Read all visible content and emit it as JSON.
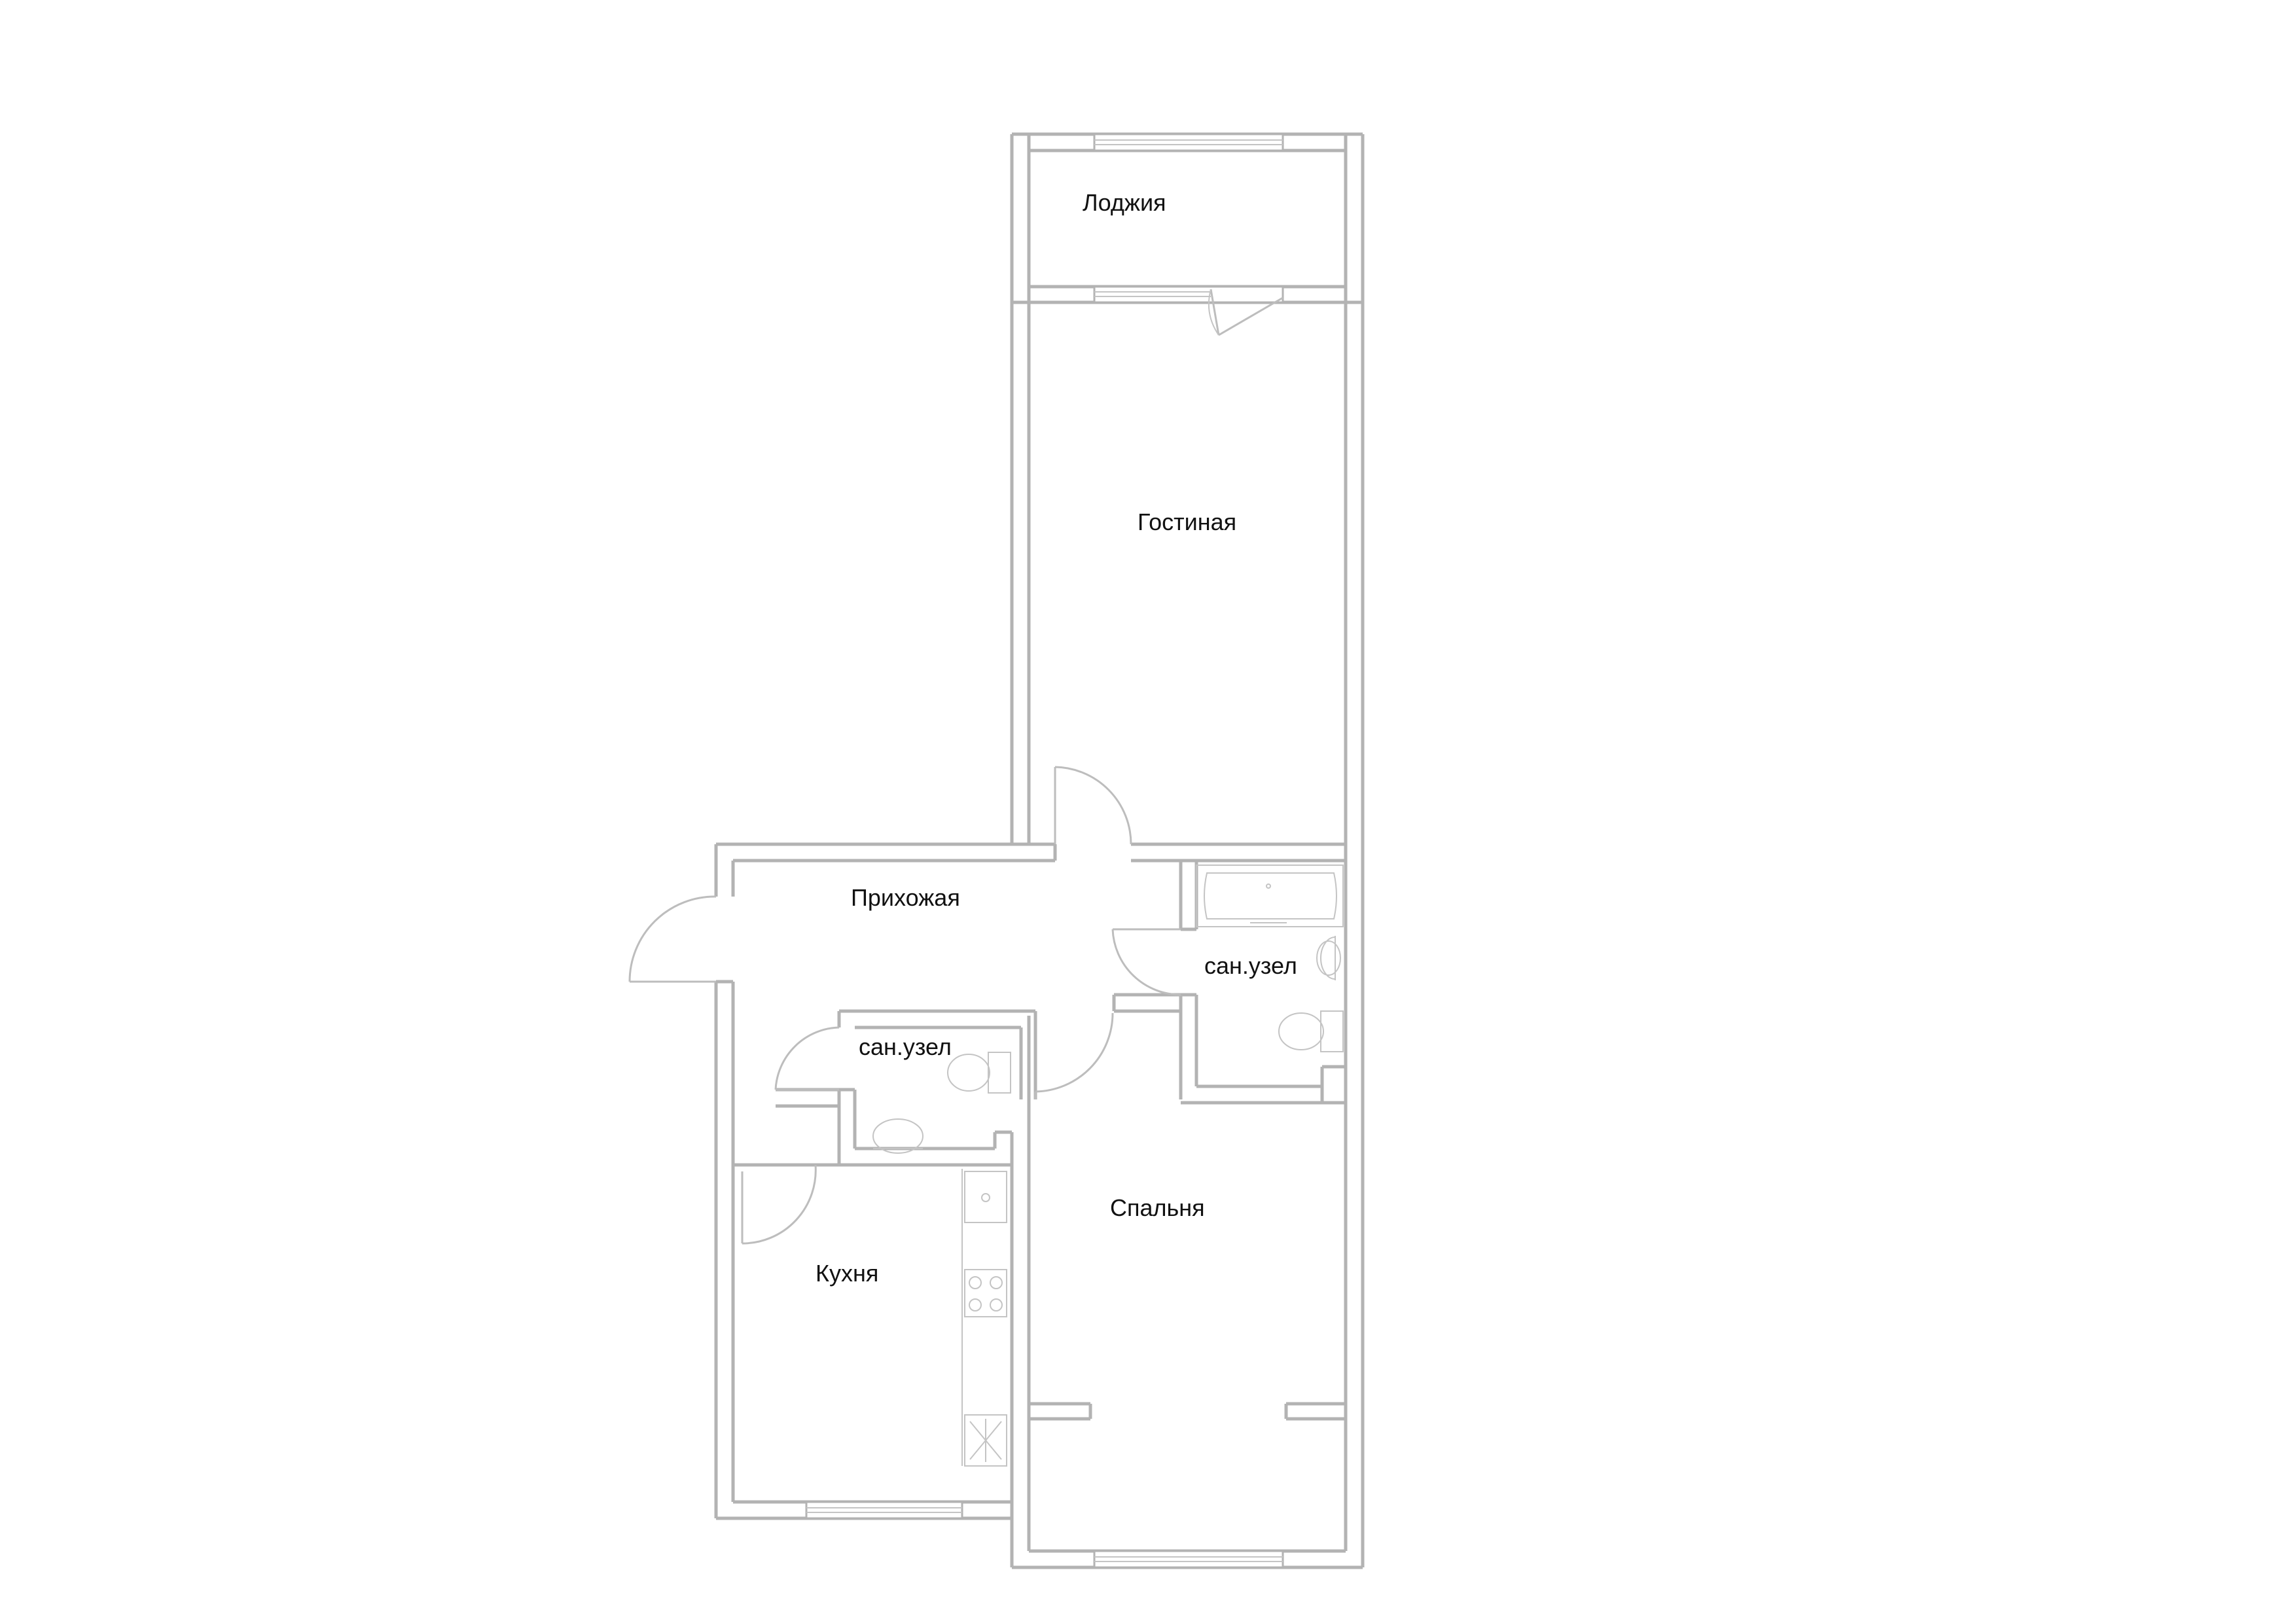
{
  "plan": {
    "rooms": [
      {
        "id": "loggia",
        "label": "Лоджия"
      },
      {
        "id": "living-room",
        "label": "Гостиная"
      },
      {
        "id": "hallway",
        "label": "Прихожая"
      },
      {
        "id": "bathroom-1",
        "label": "сан.узел"
      },
      {
        "id": "bathroom-2",
        "label": "сан.узел"
      },
      {
        "id": "bedroom",
        "label": "Спальня"
      },
      {
        "id": "kitchen",
        "label": "Кухня"
      }
    ],
    "colors": {
      "wall": "#b3b3b3",
      "background": "#ffffff",
      "text": "#111111"
    }
  }
}
